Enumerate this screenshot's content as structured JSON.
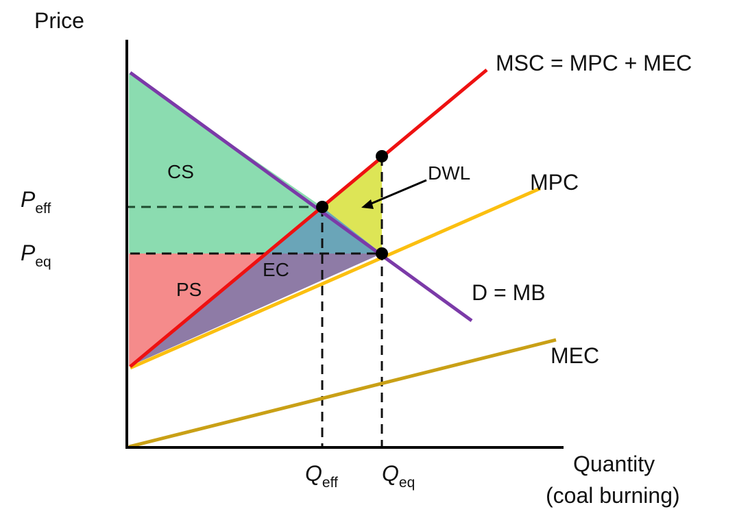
{
  "axes": {
    "y_label": "Price",
    "x_label_line1": "Quantity",
    "x_label_line2": "(coal burning)"
  },
  "curves": {
    "msc": {
      "label": "MSC = MPC + MEC",
      "color": "#ee1111"
    },
    "mpc": {
      "label": "MPC",
      "color": "#fbbf10"
    },
    "demand": {
      "label": "D = MB",
      "color": "#7b3aa8"
    },
    "mec": {
      "label": "MEC",
      "color": "#c9a016"
    }
  },
  "areas": {
    "cs": {
      "label": "CS",
      "color": "#8bdcb0"
    },
    "ps": {
      "label": "PS",
      "color": "#f58b8b"
    },
    "ec": {
      "label": "EC",
      "color": "#8e7ba6"
    },
    "dwl": {
      "label": "DWL",
      "color": "#dde556"
    },
    "overlap_color": "#6aa5b8"
  },
  "markers": {
    "p_eff": {
      "main": "P",
      "sub": "eff"
    },
    "p_eq": {
      "main": "P",
      "sub": "eq"
    },
    "q_eff": {
      "main": "Q",
      "sub": "eff"
    },
    "q_eq": {
      "main": "Q",
      "sub": "eq"
    }
  }
}
